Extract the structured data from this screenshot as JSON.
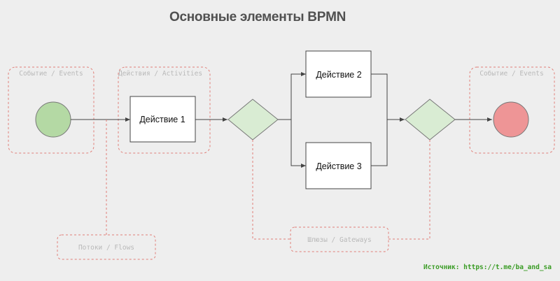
{
  "title": "Основные элементы BPMN",
  "groups": {
    "start_events": "Событие / Events",
    "activities": "Действия / Activities",
    "end_events": "Событие / Events"
  },
  "annotations": {
    "flows": "Потоки / Flows",
    "gateways": "Шлюзы / Gateways"
  },
  "tasks": {
    "task1": "Действие 1",
    "task2": "Действие 2",
    "task3": "Действие 3"
  },
  "source_label": "Источник: https://t.me/ba_and_sa",
  "colors": {
    "background": "#eeeeee",
    "start_event": "#b4d9a4",
    "end_event": "#ee9596",
    "gateway": "#d9ecd3",
    "group_border": "#e07f78",
    "source_text": "#3a9c25"
  }
}
